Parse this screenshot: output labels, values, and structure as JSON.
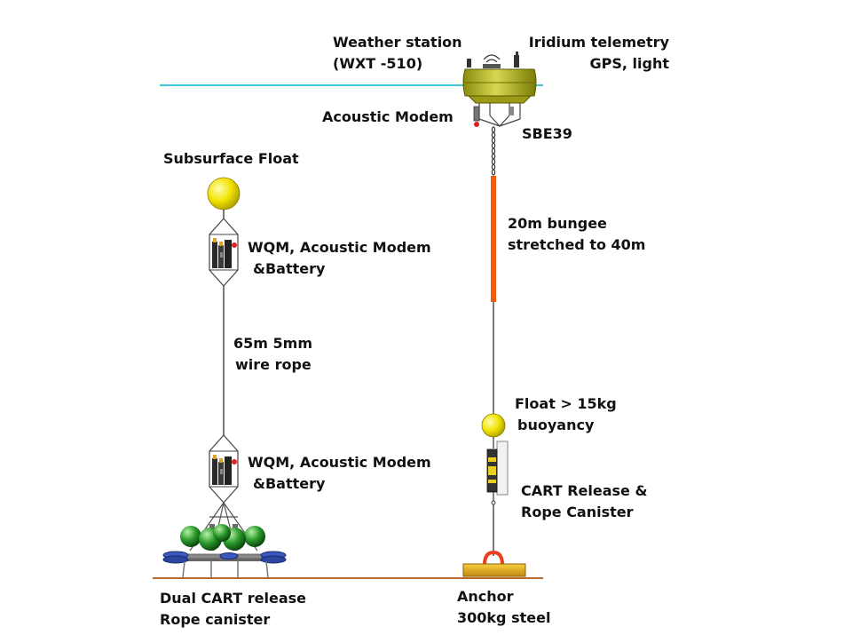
{
  "labels": {
    "weather_station": [
      "Weather station",
      "(WXT -510)"
    ],
    "iridium": [
      "Iridium telemetry",
      "GPS, light"
    ],
    "acoustic_modem": "Acoustic Modem",
    "sbe39": "SBE39",
    "subsurface_float": "Subsurface Float",
    "wqm_upper": [
      "WQM, Acoustic Modem",
      "&Battery"
    ],
    "bungee": [
      "20m bungee",
      "stretched to 40m"
    ],
    "wire_rope": [
      "65m 5mm",
      "wire rope"
    ],
    "float_buoyancy": [
      "Float > 15kg",
      "buoyancy"
    ],
    "wqm_lower": [
      "WQM, Acoustic Modem",
      "&Battery"
    ],
    "cart_release": [
      "CART Release &",
      "Rope Canister"
    ],
    "dual_cart": [
      "Dual CART release",
      "Rope canister"
    ],
    "anchor": [
      "Anchor",
      "300kg steel"
    ]
  },
  "colors": {
    "sea_surface": "#40c8d8",
    "seabed": "#b86a2e",
    "bungee": "#f25a10",
    "buoy_hull": "#b8b820",
    "float_yellow": "#f2e400",
    "glass_float_green": "#2a9a2a",
    "anchor_body": "#e8b018",
    "anchor_handle": "#e84020",
    "base_disc_blue": "#3a5ac0"
  }
}
